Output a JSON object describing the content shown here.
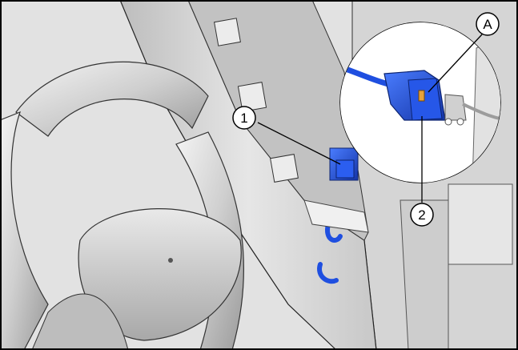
{
  "callouts": {
    "one": "1",
    "two": "2",
    "a": "A"
  },
  "colors": {
    "connector_blue": "#1f4fe0",
    "connector_dark": "#1535a8",
    "latch_orange": "#e8a23a",
    "panel_gray": "#d9d9d9",
    "outline": "#000000"
  }
}
